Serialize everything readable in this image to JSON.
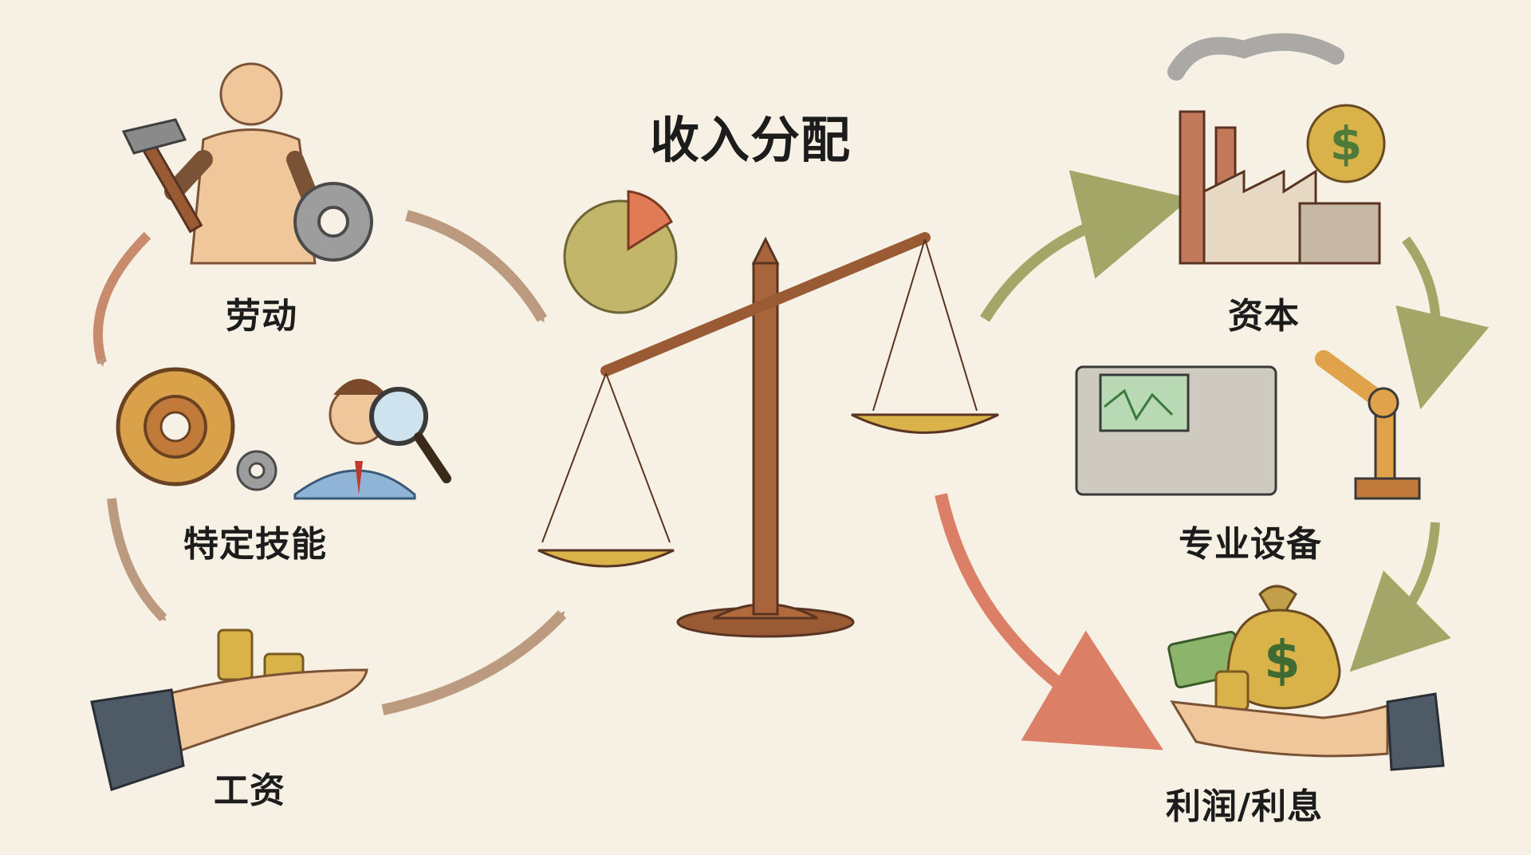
{
  "title": "收入分配",
  "labels": {
    "labor": "劳动",
    "specific_skills": "特定技能",
    "wages": "工资",
    "capital": "资本",
    "specialized_equipment": "专业设备",
    "profit_interest": "利润/利息"
  },
  "icons": {
    "dollar_sign": "$"
  },
  "colors": {
    "background": "#f6f1e4",
    "bronze": "#9a5a34",
    "brass": "#cfa34a",
    "arrow_tan": "#b38c6e",
    "arrow_olive": "#9aa05a",
    "arrow_red": "#d9745a",
    "gold": "#d9b24a",
    "cash_green": "#8cb46a"
  }
}
